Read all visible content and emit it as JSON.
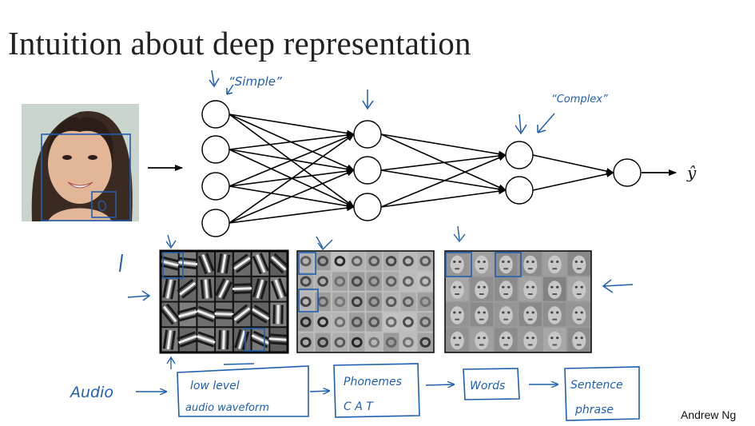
{
  "title": "Intuition about deep representation",
  "author": "Andrew Ng",
  "annotations": {
    "simple": "“Simple”",
    "complex": "“Complex”"
  },
  "output_label": "ŷ",
  "pipeline": {
    "input": "Audio",
    "stages": [
      {
        "line1": "low level",
        "line2": "audio waveform"
      },
      {
        "line1": "Phonemes",
        "line2": "C  A  T"
      },
      {
        "line1": "Words",
        "line2": ""
      },
      {
        "line1": "Sentence",
        "line2": "phrase"
      }
    ]
  },
  "network": {
    "layers": [
      4,
      3,
      2,
      1
    ]
  },
  "feature_panels": [
    {
      "name": "edges",
      "rows": 4,
      "cols": 7,
      "background": "#111111"
    },
    {
      "name": "parts",
      "rows": 5,
      "cols": 8,
      "background": "#bdbdbd"
    },
    {
      "name": "faces",
      "rows": 4,
      "cols": 6,
      "background": "#9a9a9a"
    }
  ],
  "colors": {
    "ink": "#1f5fb0",
    "line": "#000000"
  }
}
